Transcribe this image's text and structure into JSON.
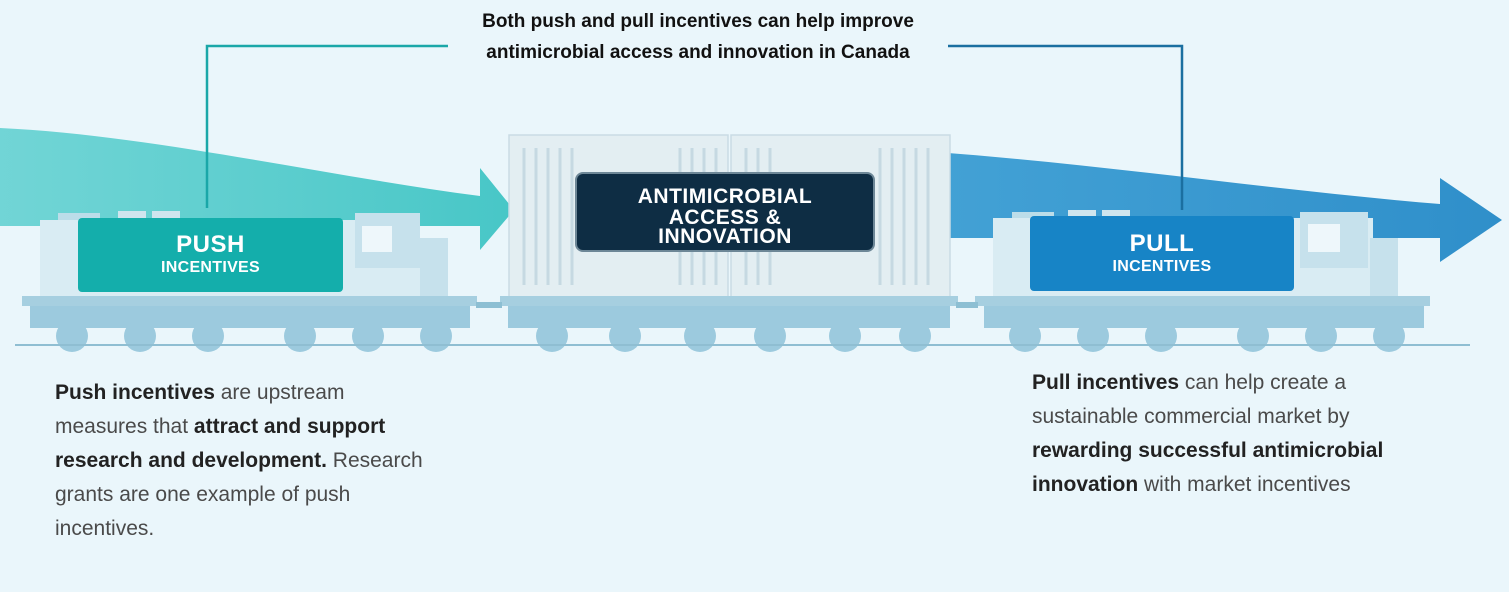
{
  "header": {
    "line1": "Both push and pull incentives can help improve",
    "line2": "antimicrobial access and innovation in Canada"
  },
  "center": {
    "line1": "ANTIMICROBIAL",
    "line2": "ACCESS &",
    "line3": "INNOVATION"
  },
  "push": {
    "title": "PUSH",
    "subtitle": "INCENTIVES",
    "desc": [
      {
        "t": "Push incentives",
        "b": true
      },
      {
        "t": " are upstream measures that ",
        "b": false
      },
      {
        "t": "attract and support research and development.",
        "b": true
      },
      {
        "t": " Research grants are one example of push incentives.",
        "b": false
      }
    ]
  },
  "pull": {
    "title": "PULL",
    "subtitle": "INCENTIVES",
    "desc": [
      {
        "t": "Pull incentives",
        "b": true
      },
      {
        "t": " can help create a sustainable commercial market by ",
        "b": false
      },
      {
        "t": "rewarding successful antimicrobial innovation",
        "b": true
      },
      {
        "t": " with market incentives",
        "b": false
      }
    ]
  },
  "colors": {
    "push": "#14aeab",
    "pull": "#1784c6",
    "center": "#0e2d44",
    "push_arrow": "#5ccfcf",
    "pull_arrow": "#3a9dd3",
    "train": "#bcdde9",
    "connector": "#1aa7a8",
    "connector_right": "#1b6fa0",
    "background": "#eaf6fb"
  }
}
